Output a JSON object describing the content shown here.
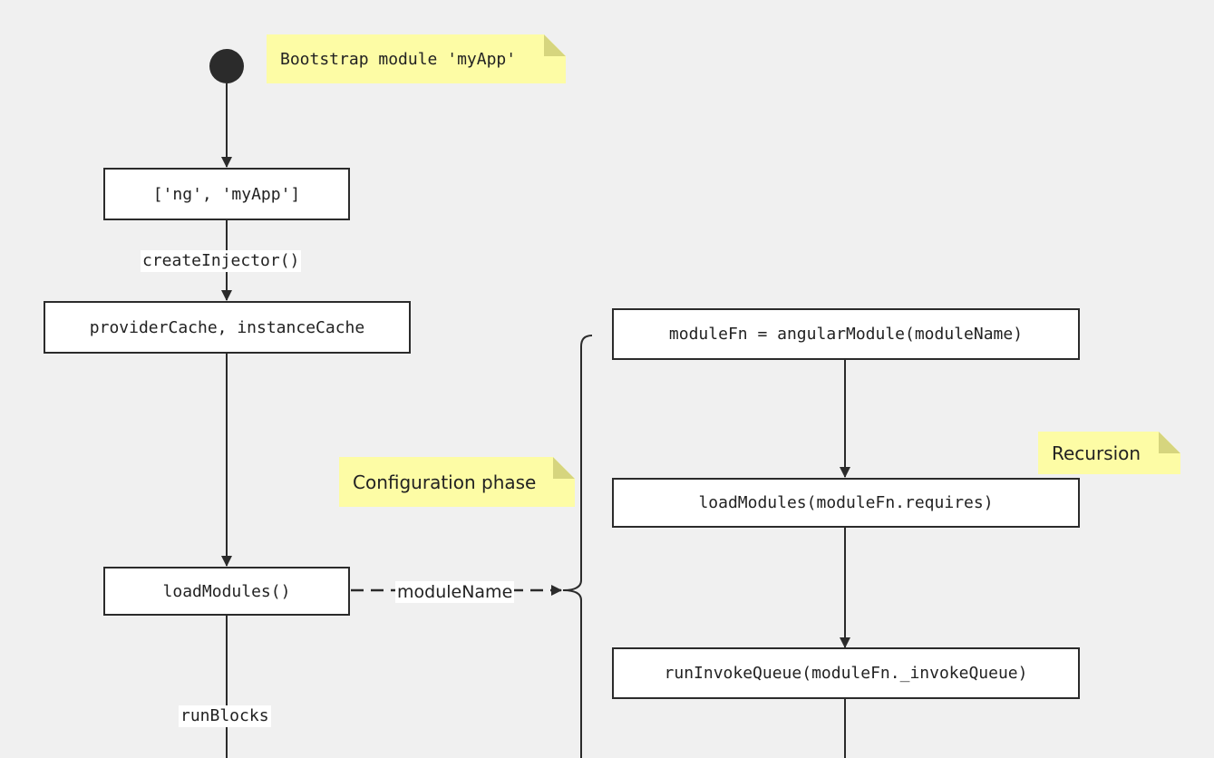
{
  "colors": {
    "background": "#f0f0f0",
    "node_fill": "#ffffff",
    "stroke": "#2b2b2b",
    "note_fill": "#fdfca5",
    "note_fold": "#d6d57e"
  },
  "notes": {
    "bootstrap": "Bootstrap module 'myApp'",
    "config_phase": "Configuration phase",
    "recursion": "Recursion"
  },
  "nodes": {
    "modules_list": "['ng', 'myApp']",
    "caches": "providerCache, instanceCache",
    "load_modules": "loadModules()",
    "module_fn": "moduleFn = angularModule(moduleName)",
    "load_requires": "loadModules(moduleFn.requires)",
    "run_invoke_queue": "runInvokeQueue(moduleFn._invokeQueue)"
  },
  "edge_labels": {
    "create_injector": "createInjector()",
    "module_name": "moduleName",
    "run_blocks": "runBlocks"
  }
}
